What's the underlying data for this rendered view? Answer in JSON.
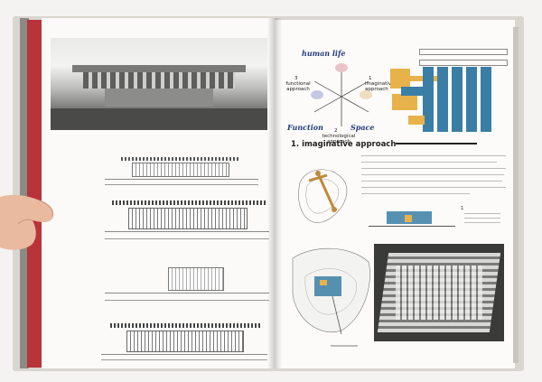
{
  "diagram": {
    "human_life": "human life",
    "function": "Function",
    "space": "Space",
    "approaches": {
      "functional": "functional approach",
      "imaginative": "imaginative approach",
      "technological": "technological approach",
      "num_functional": "3",
      "num_imaginative": "1",
      "num_technological": "2"
    }
  },
  "section": {
    "heading": "1. imaginative approach"
  },
  "legend": {
    "num": "1",
    "items": [
      "",
      "",
      "",
      ""
    ]
  },
  "colors": {
    "accent_blue": "#3a7ea6",
    "accent_gold": "#e8b24a",
    "spine_red": "#b8333a"
  }
}
